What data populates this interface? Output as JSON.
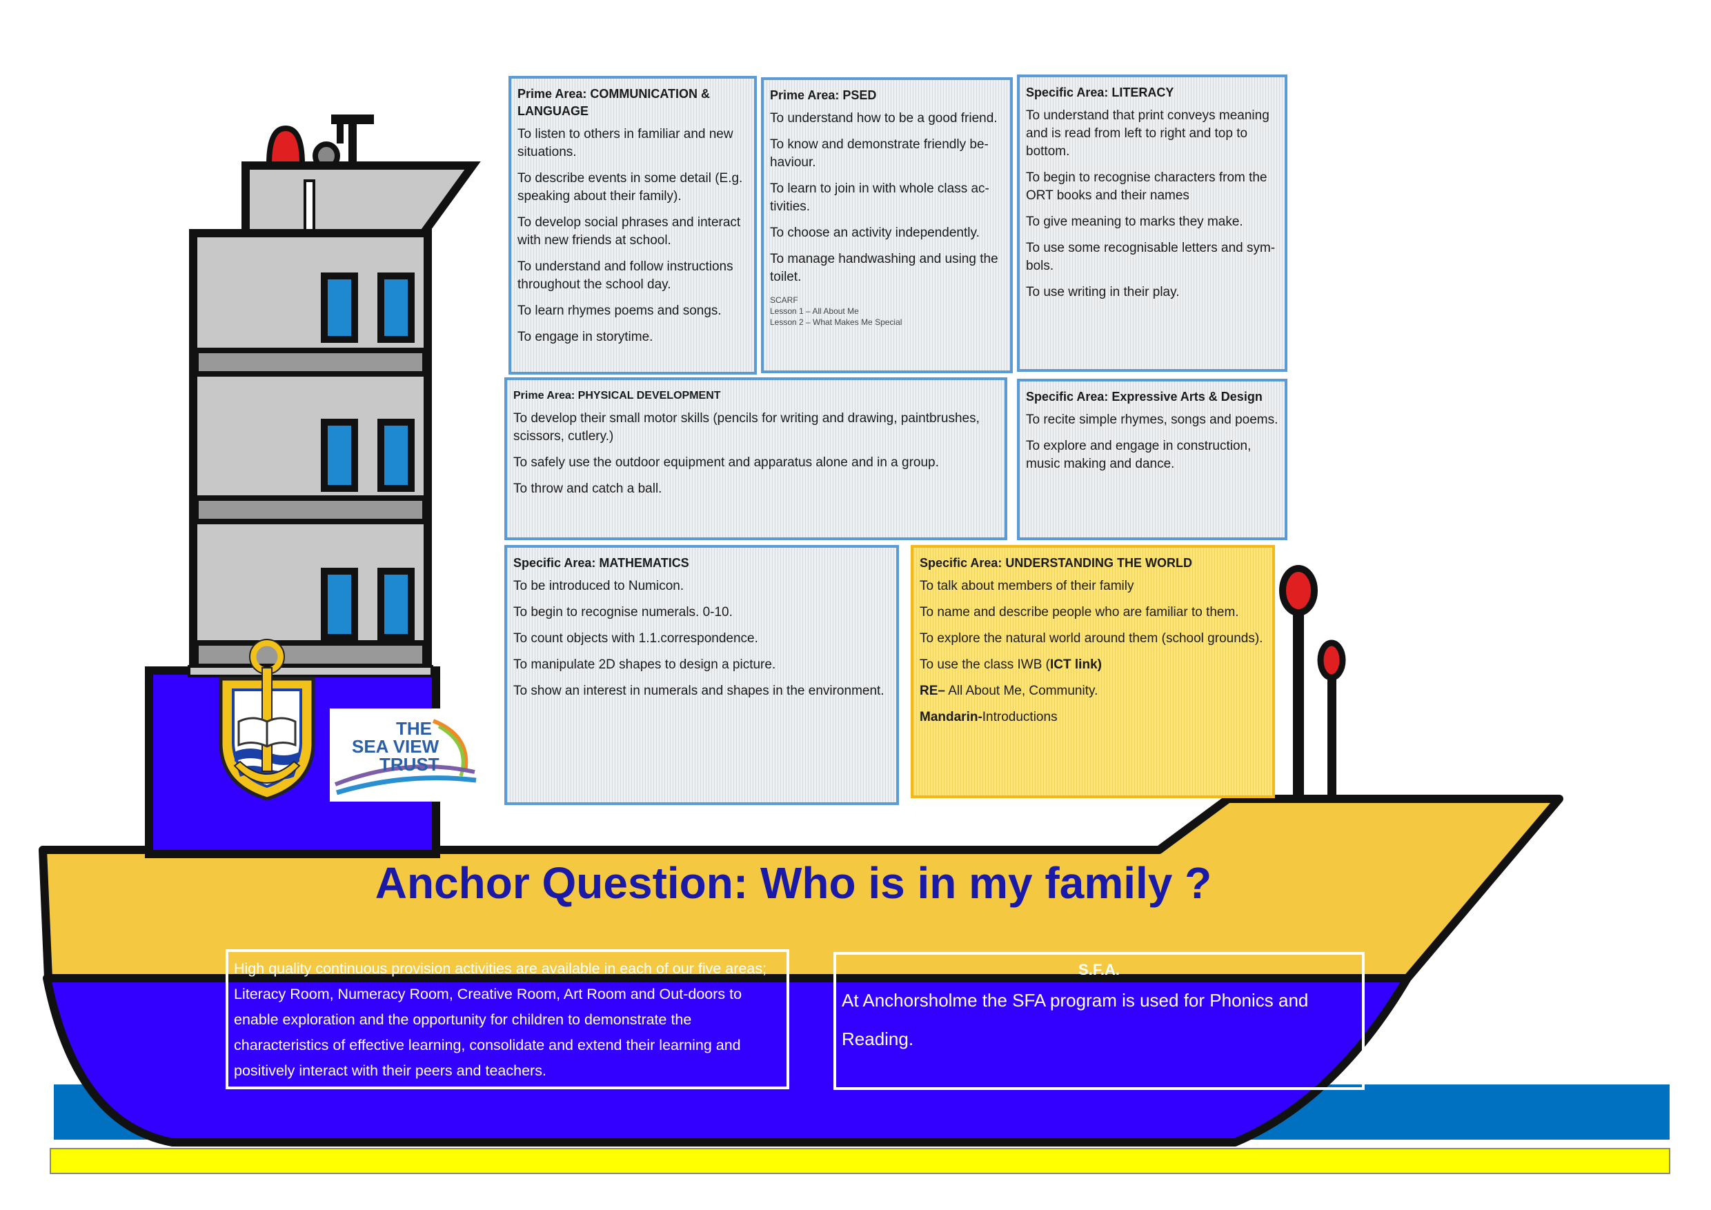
{
  "poster": {
    "colors": {
      "hull_yellow": "#f5c842",
      "hull_blue": "#3300ff",
      "sea_blue": "#0070c0",
      "sea_yellow": "#ffff00",
      "box_border": "#5b9bd5",
      "highlight_border": "#f4b81b",
      "headline": "#1a1aa6"
    },
    "school_badge_icon": "anchor-book-crest-icon",
    "trust_logo": {
      "line1": "THE",
      "line2": "SEA VIEW",
      "line3": "TRUST"
    },
    "boxes": [
      {
        "title": "Prime Area: COMMUNICATION & LANGUAGE",
        "items": [
          "To listen to others in familiar and new situations.",
          "To describe events in some detail  (E.g. speaking about their family).",
          "To develop social phrases and interact with new friends at school.",
          "To understand and follow instructions throughout the school day.",
          "To learn rhymes poems and songs.",
          "To engage in storytime."
        ]
      },
      {
        "title": "Prime Area: PSED",
        "items": [
          "To understand how to be a good friend.",
          "To know and demonstrate friendly be-haviour.",
          "To learn to join in with whole class ac-tivities.",
          "To choose an activity independently.",
          "To manage  handwashing and using the toilet."
        ],
        "notes": [
          "SCARF",
          "Lesson 1 – All About Me",
          "Lesson 2 – What Makes Me Special"
        ]
      },
      {
        "title": "Specific Area: LITERACY",
        "items": [
          "To understand that print conveys meaning and is read from left to right and top to bottom.",
          "To begin to recognise characters from the ORT books and their names",
          "To give meaning to marks they make.",
          "To use some recognisable letters and sym-bols.",
          "To use writing in their play."
        ]
      },
      {
        "title": "Prime Area: PHYSICAL DEVELOPMENT",
        "items": [
          "To develop their small motor skills (pencils for writing and drawing, paintbrushes, scissors, cutlery.)",
          "To safely use the outdoor equipment and apparatus alone and in a group.",
          "To throw and catch a ball."
        ]
      },
      {
        "title": "Specific Area: Expressive Arts & Design",
        "items": [
          "To recite simple rhymes, songs and poems.",
          "To explore and engage in construction, music making and dance."
        ]
      },
      {
        "title": "Specific Area: MATHEMATICS",
        "items": [
          "To  be introduced to Numicon.",
          "To begin to recognise numerals. 0-10.",
          "To count objects with 1.1.correspondence.",
          "To manipulate 2D shapes to design a picture.",
          "To show an interest in numerals and shapes in the environment."
        ]
      },
      {
        "title": "Specific Area: UNDERSTANDING THE WORLD",
        "items": [
          "To talk about members of their family",
          "To name and describe people who are familiar to them.",
          "To explore the natural world around them (school grounds).",
          "To use the class  IWB (",
          "ICT link",
          ")",
          "RE–",
          " All About Me, Community.",
          "Mandarin-",
          "Introductions"
        ]
      }
    ],
    "anchor_question": "Anchor Question: Who is in my family ?",
    "provision_text": "High quality continuous provision activities are available in each of our five areas; Literacy Room, Numeracy Room, Creative Room, Art Room and Out-doors to enable exploration and the opportunity for children to demonstrate the characteristics of effective learning, consolidate and extend their learning and positively interact with their peers and teachers.",
    "sfa": {
      "title": "S.F.A.",
      "text": "At Anchorsholme the SFA program is used for Phonics and Reading."
    }
  }
}
